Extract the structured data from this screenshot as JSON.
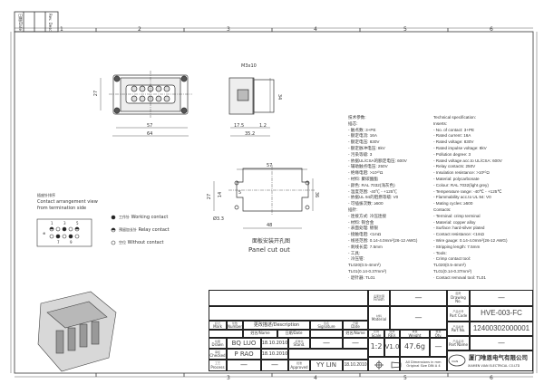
{
  "border": {
    "columns": [
      "1",
      "2",
      "3",
      "4",
      "5",
      "6"
    ],
    "corner_table": [
      "日期/Date",
      "Rev. Desc."
    ]
  },
  "front_view": {
    "dim_width_inner": "57",
    "dim_width_outer": "64",
    "dim_height": "27",
    "pin_labels": [
      "1",
      "3",
      "5",
      "7",
      "9"
    ]
  },
  "side_view": {
    "screw": "M3x10",
    "dim_a": "17.5",
    "dim_b": "1.2",
    "dim_total": "35.2",
    "dim_height": "34"
  },
  "panel_cutout": {
    "dim_top": "57",
    "dim_bottom": "48",
    "dim_left": "27",
    "dim_inner": "14",
    "dim_gap": "5",
    "dim_right": "36",
    "hole": "Ø3.3",
    "title_zh": "面板安装开孔图",
    "title_en": "Panel cut out"
  },
  "arrangement": {
    "title_zh": "插座针排序",
    "title_en1": "Contact arrangement view",
    "title_en2": "from termination side",
    "pin_numbers_top": [
      "1",
      "3",
      "5"
    ],
    "pin_numbers_bottom": [
      "7",
      "9"
    ],
    "pe_left": "⊕",
    "legend": [
      {
        "zh": "工作针",
        "en": "Working contact",
        "symbol": "filled-circle"
      },
      {
        "zh": "预留加长针",
        "en": "Relay contact",
        "symbol": "half-circle"
      },
      {
        "zh": "空位",
        "en": "Without contact",
        "symbol": "empty-circle"
      }
    ]
  },
  "spec_zh": [
    "技术参数:",
    "插芯:",
    "- 触点数: 3+PE",
    "- 额定电流: 16A",
    "- 额定电压: 830V",
    "- 额定脉冲电压: 8kV",
    "- 污染等级: 3",
    "- 依据UL/CSA的额定电压: 600V",
    "- 辅助触点电压: 250V",
    "- 绝缘电阻: >10¹⁰Ω",
    "- 材料: 聚碳酸酯",
    "- 颜色: RAL 7032(浅灰色)",
    "- 温度范围: -40℃ - +125℃",
    "- 依据UL 94的阻燃等级: V0",
    "- 可插拔次数: ≥500",
    "插针:",
    "- 连接方式: 冷压连接",
    "- 材料: 铜合金",
    "- 表面处理: 镀银",
    "- 接触电阻: <1mΩ",
    "- 线径范围: 0.14-4.0mm²(26-12 AWG)",
    "- 剥线长度: 7.5mm",
    "- 工具:",
    "   · 冷压钳:",
    "     TL020(0.5-4mm²)",
    "     TL01(0.14-0.37mm²)",
    "   · 退针器: TL01"
  ],
  "spec_en": [
    "Technical specification:",
    "Inserts:",
    "- No. of contact: 3+PE",
    "- Rated current: 16A",
    "- Rated voltage: 830V",
    "- Rated impulse voltage: 8kV",
    "- Pollution degree: 3",
    "- Rated voltage acc.to UL/CSA: 600V",
    "- Relay contacts: 250V",
    "- Insulation resistance: >10¹⁰Ω",
    "- Material: polycarbonate",
    "- Colour: RAL 7032(light grey)",
    "- Temperature range: -40℃ - +125℃",
    "- Flammability acc.to UL 94: V0",
    "- Mating cycles: ≥500",
    "Contacts:",
    "- Terminal: crimp terminal",
    "- Material: copper alloy",
    "- Surface: hard-silver plated",
    "- Contact resistance: <1mΩ",
    "- Wire gauge: 0.14-4.0mm²(26-12 AWG)",
    "- Stripping length: 7.5mm",
    "- Tools:",
    "   · Crimp contact tool:",
    "     TL020(0.5-4mm²)",
    "     TL01(0.14-0.37mm²)",
    "   · Contact removal tool: TL01"
  ],
  "title_block": {
    "mark": {
      "zh": "标记",
      "en": "Mark"
    },
    "number": {
      "zh": "处数",
      "en": "Number"
    },
    "description": "更改描述/Description",
    "signature": {
      "zh": "签名",
      "en": "Signature"
    },
    "date": {
      "zh": "日期",
      "en": "Date"
    },
    "name_header": "姓名/Name",
    "date_header": "日期/Date",
    "drawn": {
      "zh": "绘图",
      "en": "Drawn",
      "name": "BQ LUO",
      "date": "18.10.2010"
    },
    "checked": {
      "zh": "审核",
      "en": "Checked",
      "name": "P RAO",
      "date": "18.10.2010"
    },
    "process": {
      "zh": "工艺",
      "en": "Process",
      "name": "—",
      "date": "—"
    },
    "stand": {
      "zh": "标准化",
      "en": "Stand.",
      "name": "—",
      "date": "—"
    },
    "approved": {
      "zh": "批准",
      "en": "Approved",
      "name": "YY LIN",
      "date": "18.10.2010"
    },
    "finish": {
      "zh": "表面处理",
      "en": "Finish",
      "value": "—"
    },
    "material": {
      "zh": "材料",
      "en": "Material",
      "value": "—"
    },
    "scale": {
      "zh": "比例",
      "en": "Scale",
      "value": "1:2"
    },
    "rev": {
      "zh": "版本",
      "en": "REV.",
      "value": "V1.0"
    },
    "weight": {
      "zh": "重量",
      "en": "Weight",
      "value": "47.6g"
    },
    "qty": {
      "zh": "数量",
      "en": "Qty.",
      "value": "—"
    },
    "dims_note1": "All Dimensions in mm",
    "dims_note2": "Original Size DIN A 4",
    "drawing_no": {
      "zh": "图号",
      "en": "Drawing No.",
      "value": "—"
    },
    "part_code": {
      "zh": "产品代号",
      "en": "Part Code",
      "value": "HVE-003-FC"
    },
    "part_no": {
      "zh": "产品料号",
      "en": "Part No.",
      "value": "12400302000001"
    },
    "part_name": {
      "zh": "产品名称",
      "en": "Part Name",
      "value": "—"
    },
    "company_zh": "厦门唯恩电气有限公司",
    "company_en": "XIAMEN VIAN ELECTRICAL CO.LTD",
    "logo_text": "VIAN"
  }
}
